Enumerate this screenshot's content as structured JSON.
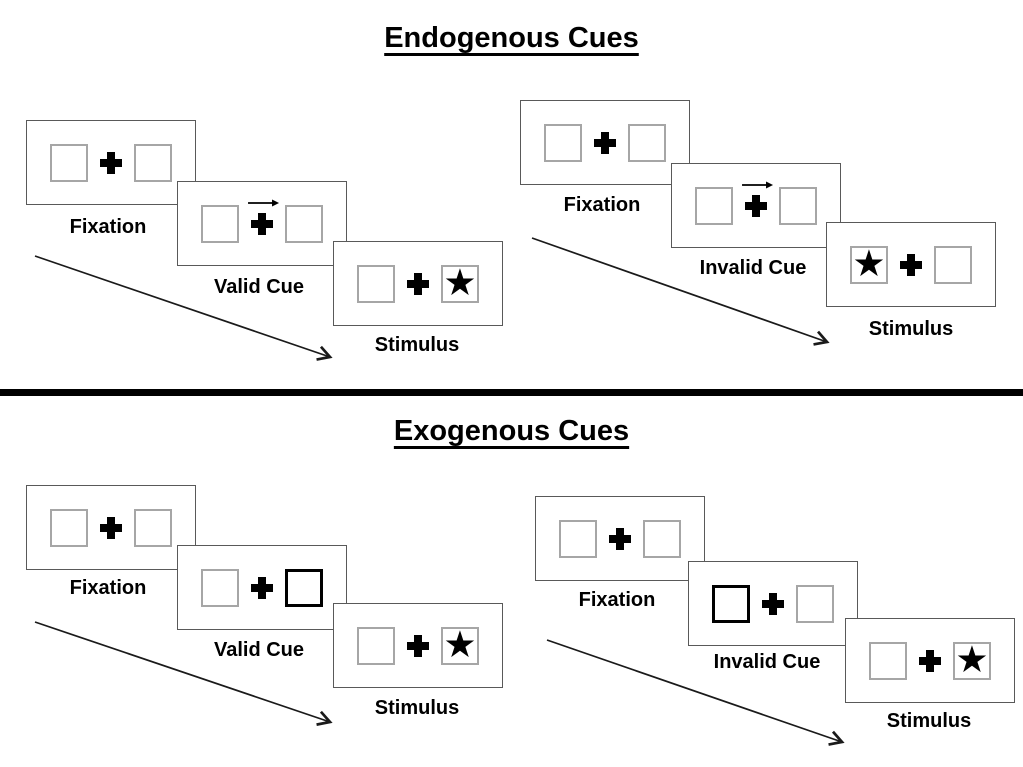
{
  "page": {
    "background": "#ffffff",
    "divider_color": "#000000",
    "card_border_color": "#595959",
    "square_border_color": "#a6a6a6",
    "cue_square_border_color": "#000000"
  },
  "glyphs": {
    "star": "★",
    "plus": "+",
    "cue_arrow": "→"
  },
  "sections": [
    {
      "id": "endogenous",
      "title": "Endogenous Cues",
      "sequences": [
        {
          "id": "endogenous-valid",
          "frames": [
            {
              "label": "Fixation",
              "left_box": "empty",
              "right_box": "empty",
              "cue_arrow": false
            },
            {
              "label": "Valid Cue",
              "left_box": "empty",
              "right_box": "empty",
              "cue_arrow": true
            },
            {
              "label": "Stimulus",
              "left_box": "empty",
              "right_box": "star",
              "cue_arrow": false
            }
          ]
        },
        {
          "id": "endogenous-invalid",
          "frames": [
            {
              "label": "Fixation",
              "left_box": "empty",
              "right_box": "empty",
              "cue_arrow": false
            },
            {
              "label": "Invalid Cue",
              "left_box": "empty",
              "right_box": "empty",
              "cue_arrow": true
            },
            {
              "label": "Stimulus",
              "left_box": "star",
              "right_box": "empty",
              "cue_arrow": false
            }
          ]
        }
      ]
    },
    {
      "id": "exogenous",
      "title": "Exogenous Cues",
      "sequences": [
        {
          "id": "exogenous-valid",
          "frames": [
            {
              "label": "Fixation",
              "left_box": "empty",
              "right_box": "empty",
              "cue_arrow": false
            },
            {
              "label": "Valid Cue",
              "left_box": "empty",
              "right_box": "bold",
              "cue_arrow": false
            },
            {
              "label": "Stimulus",
              "left_box": "empty",
              "right_box": "star",
              "cue_arrow": false
            }
          ]
        },
        {
          "id": "exogenous-invalid",
          "frames": [
            {
              "label": "Fixation",
              "left_box": "empty",
              "right_box": "empty",
              "cue_arrow": false
            },
            {
              "label": "Invalid Cue",
              "left_box": "bold",
              "right_box": "empty",
              "cue_arrow": false
            },
            {
              "label": "Stimulus",
              "left_box": "empty",
              "right_box": "star",
              "cue_arrow": false
            }
          ]
        }
      ]
    }
  ]
}
